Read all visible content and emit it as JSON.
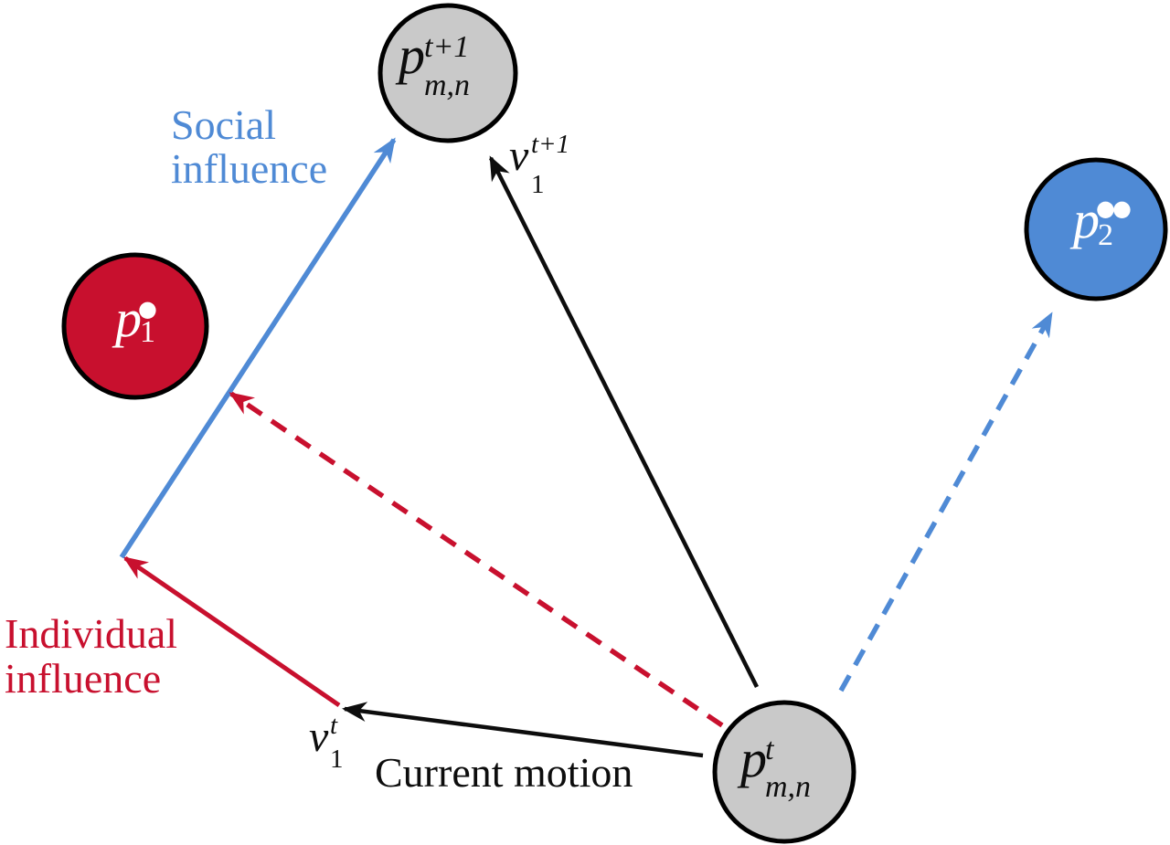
{
  "figure": {
    "description": "Pedestrian motion prediction diagram: current motion, individual influence and social influence combining into next position",
    "background": "#ffffff",
    "colors": {
      "red": "#c8102e",
      "blue": "#4f8ad5",
      "black": "#0d0d0d",
      "node_gray": "#c9c9c9",
      "node_label_light": "#ffffff",
      "outline": "#000000"
    }
  },
  "nodes": {
    "predicted": {
      "base": "p",
      "sup": "t+1",
      "sub": "m,n"
    },
    "current": {
      "base": "p",
      "sup": "t",
      "sub": "m,n"
    },
    "neighbor1": {
      "base": "p",
      "sup": "●",
      "sub": "1"
    },
    "neighbor2": {
      "base": "p",
      "sup": "●●",
      "sub": "2"
    }
  },
  "annotations": {
    "social": {
      "line1": "Social",
      "line2": "influence"
    },
    "individual": {
      "line1": "Individual",
      "line2": "influence"
    },
    "current_motion": "Current motion",
    "velocity_now": {
      "base": "v",
      "sup": "t",
      "sub": "1"
    },
    "velocity_next": {
      "base": "v",
      "sup": "t+1",
      "sub": "1"
    }
  }
}
